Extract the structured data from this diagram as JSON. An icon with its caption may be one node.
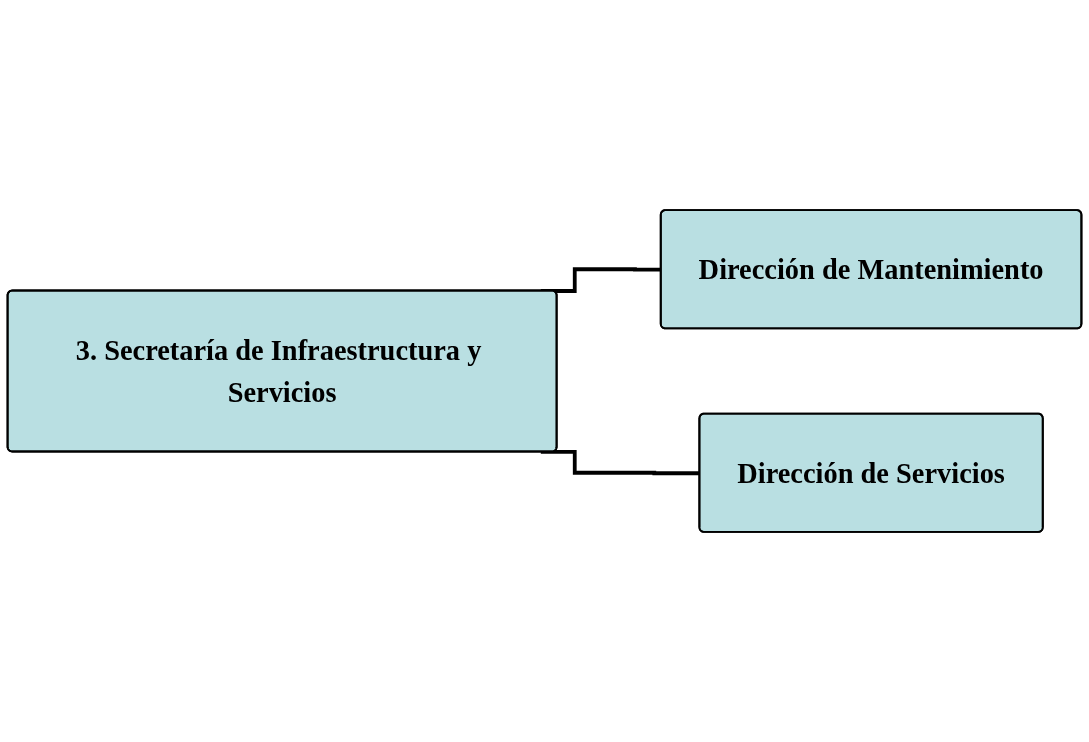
{
  "diagram": {
    "nodes": [
      {
        "text": [
          "3. Secretaría de Infraestructura y Servicios"
        ]
      },
      {
        "text": [
          "Dirección de Mantenimiento"
        ]
      },
      {
        "text": [
          "Dirección de Servicios"
        ]
      }
    ],
    "edges": [
      {
        "from": 0,
        "to": 1,
        "arrow": "none"
      },
      {
        "from": 0,
        "to": 2,
        "arrow": "none"
      }
    ]
  }
}
